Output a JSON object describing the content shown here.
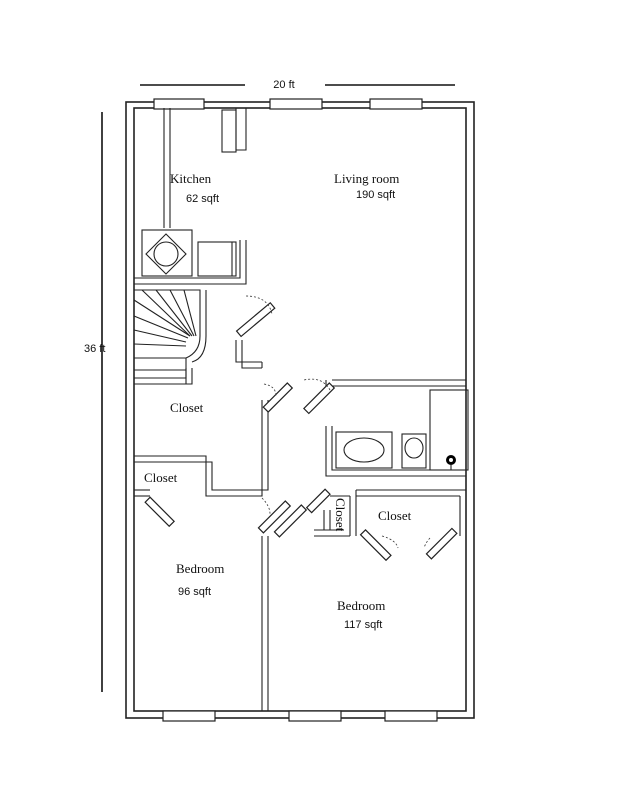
{
  "dimensions": {
    "width_label": "20 ft",
    "height_label": "36 ft"
  },
  "rooms": {
    "kitchen": {
      "name": "Kitchen",
      "area": "62 sqft"
    },
    "living": {
      "name": "Living room",
      "area": "190 sqft"
    },
    "closet_a": {
      "name": "Closet"
    },
    "closet_b": {
      "name": "Closet"
    },
    "closet_c": {
      "name": "Closet"
    },
    "closet_d": {
      "name": "Closet"
    },
    "bedroom_1": {
      "name": "Bedroom",
      "area": "96 sqft"
    },
    "bedroom_2": {
      "name": "Bedroom",
      "area": "117 sqft"
    }
  }
}
